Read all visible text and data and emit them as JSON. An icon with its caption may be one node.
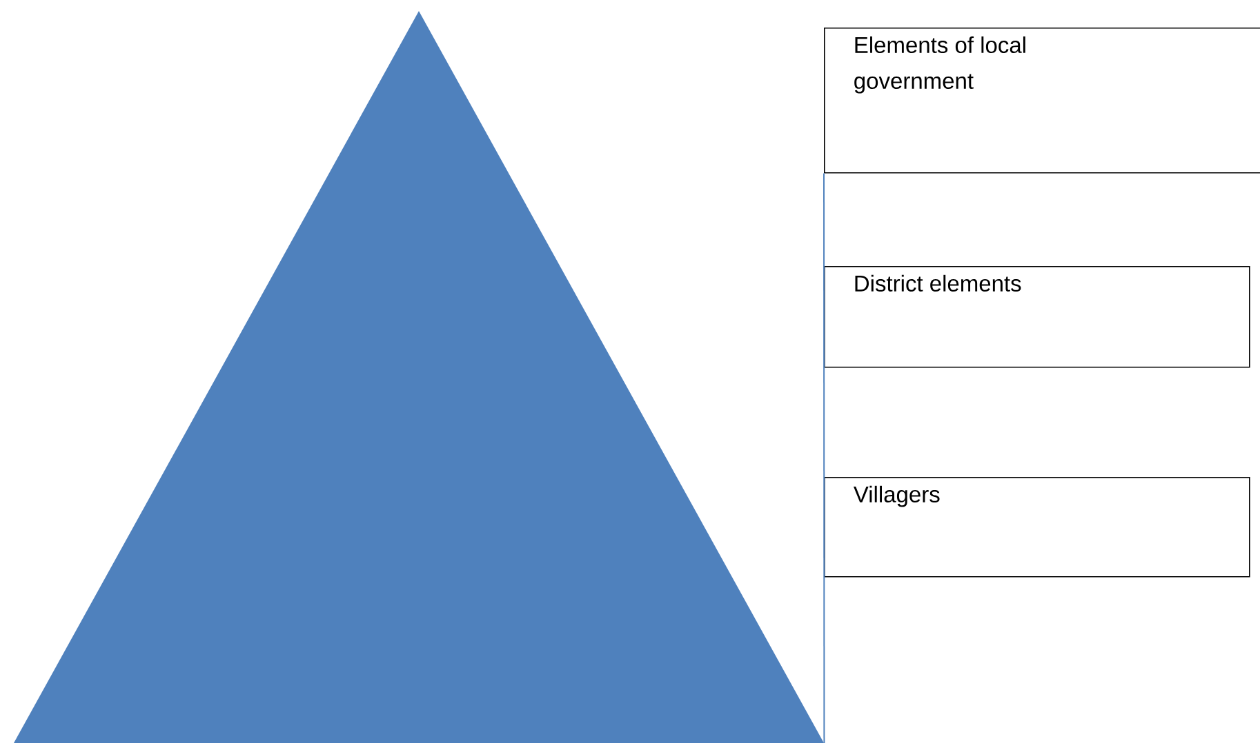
{
  "diagram": {
    "nodes": [
      {
        "text": [],
        "shape": "triangle"
      },
      {
        "text": [
          "Elements of local government"
        ]
      },
      {
        "text": [
          "District elements"
        ]
      },
      {
        "text": [
          "Villagers"
        ]
      }
    ],
    "edges": [
      {
        "from": 1,
        "to": 0,
        "arrow": "none",
        "color": "#4f81bd"
      }
    ]
  }
}
